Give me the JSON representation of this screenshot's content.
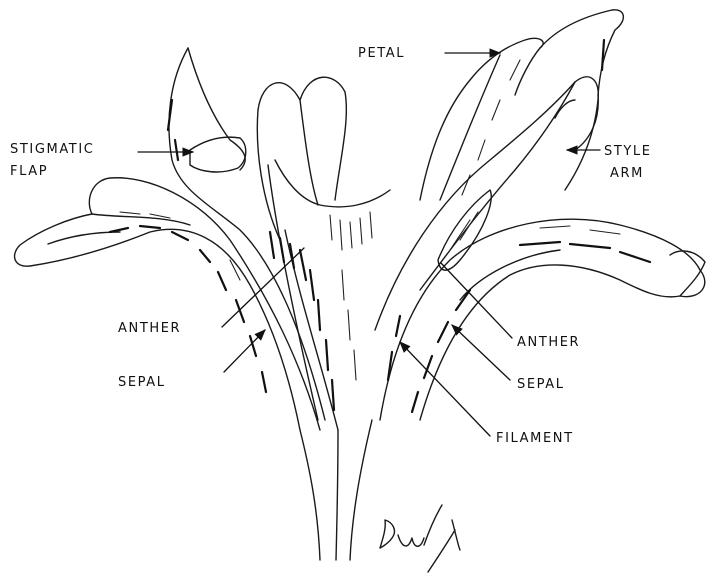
{
  "labels": {
    "petal": "PETAL",
    "stigmatic_flap_line1": "STIGMATIC",
    "stigmatic_flap_line2": "FLAP",
    "style_arm_line1": "STYLE",
    "style_arm_line2": "ARM",
    "anther_left": "ANTHER",
    "sepal_left": "SEPAL",
    "anther_right": "ANTHER",
    "sepal_right": "SEPAL",
    "filament": "FILAMENT"
  },
  "colors": {
    "ink": "#111111",
    "paper": "#ffffff"
  }
}
